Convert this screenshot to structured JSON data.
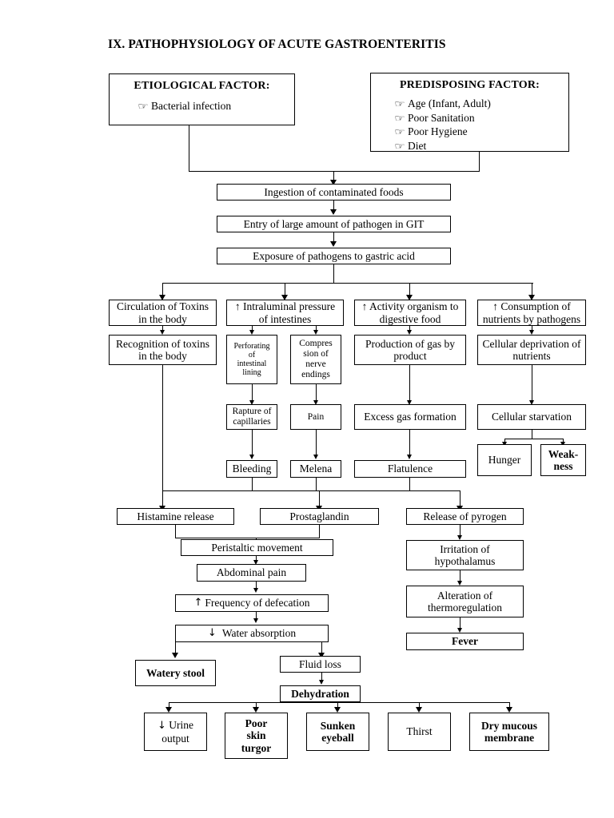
{
  "document": {
    "title": "IX. PATHOPHYSIOLOGY OF ACUTE GASTROENTERITIS",
    "type": "flowchart"
  },
  "panels": {
    "etiological": {
      "heading": "ETIOLOGICAL FACTOR:",
      "bullet_glyph": "☞",
      "items": [
        "Bacterial infection"
      ]
    },
    "predisposing": {
      "heading": "PREDISPOSING FACTOR:",
      "bullet_glyph": "☞",
      "items": [
        "Age (Infant, Adult)",
        "Poor Sanitation",
        "Poor Hygiene",
        "Diet"
      ]
    }
  },
  "nodes": {
    "ingestion": "Ingestion of contaminated foods",
    "entry": "Entry of large amount of pathogen in GIT",
    "exposure": "Exposure of pathogens to gastric acid",
    "circulation_toxins": "Circulation of Toxins\nin the body",
    "intraluminal": "↑ Intraluminal pressure\nof intestines",
    "activity_organism": "↑ Activity organism to\ndigestive food",
    "consumption_nutrients": "↑ Consumption of\nnutrients by pathogens",
    "recognition_toxins": "Recognition of toxins\nin the body",
    "perforating": "Perforating\nof\nintestinal\nlining",
    "compression": "Compres\nsion of\nnerve\nendings",
    "production_gas": "Production of gas by\nproduct",
    "cellular_deprivation": "Cellular deprivation of\nnutrients",
    "rapture": "Rapture of\ncapillaries",
    "pain": "Pain",
    "excess_gas": "Excess gas formation",
    "cellular_starvation": "Cellular starvation",
    "bleeding": "Bleeding",
    "melena": "Melena",
    "flatulence": "Flatulence",
    "hunger": "Hunger",
    "weakness": "Weak-\nness",
    "histamine": "Histamine release",
    "prostaglandin": "Prostaglandin",
    "pyrogen": "Release of pyrogen",
    "peristaltic": "Peristaltic movement",
    "abdominal_pain": "Abdominal pain",
    "frequency_defecation": "Frequency of defecation",
    "frequency_defecation_arrow": "↑",
    "water_absorption": "Water absorption",
    "water_absorption_arrow": "↓",
    "irritation": "Irritation of\nhypothalamus",
    "alteration": "Alteration of\nthermoregulation",
    "fever": "Fever",
    "watery_stool": "Watery stool",
    "fluid_loss": "Fluid loss",
    "dehydration": "Dehydration",
    "urine_output": "Urine\noutput",
    "urine_output_arrow": "↓",
    "poor_skin_turgor": "Poor\nskin\nturgor",
    "sunken_eyeball": "Sunken\neyeball",
    "thirst": "Thirst",
    "dry_mucous": "Dry mucous\nmembrane"
  },
  "colors": {
    "line": "#000000",
    "background": "#ffffff",
    "text": "#000000"
  }
}
